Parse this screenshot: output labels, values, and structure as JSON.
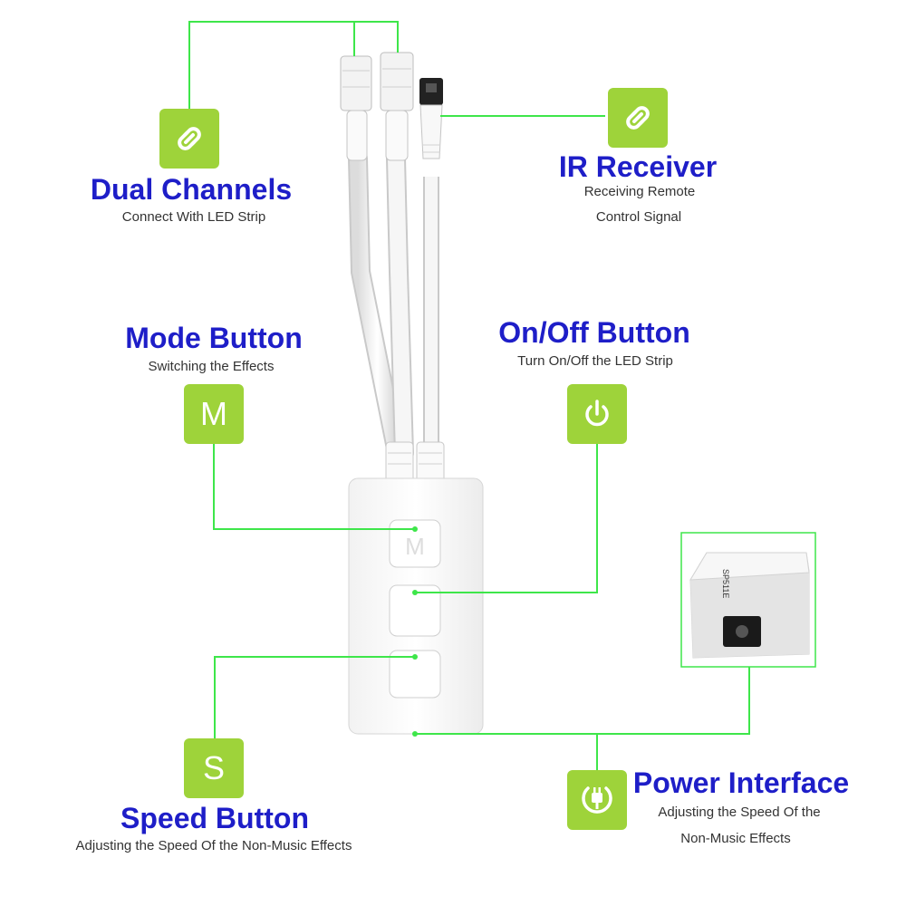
{
  "colors": {
    "accent_green": "#9ed33a",
    "line_green": "#3ee64a",
    "title_blue": "#1e1ec8"
  },
  "callouts": {
    "dual_channels": {
      "title": "Dual Channels",
      "sub1": "Connect With LED Strip",
      "icon": "link-icon"
    },
    "ir_receiver": {
      "title": "IR Receiver",
      "sub1": "Receiving Remote",
      "sub2": "Control Signal",
      "icon": "link-icon"
    },
    "mode_button": {
      "title": "Mode Button",
      "sub1": "Switching the Effects",
      "letter": "M"
    },
    "onoff_button": {
      "title": "On/Off Button",
      "sub1": "Turn On/Off the LED Strip",
      "icon": "power-icon"
    },
    "speed_button": {
      "title": "Speed Button",
      "sub1": "Adjusting the Speed Of the Non-Music Effects",
      "letter": "S"
    },
    "power_interface": {
      "title": "Power Interface",
      "sub1": "Adjusting the Speed Of the",
      "sub2": "Non-Music Effects",
      "icon": "plug-icon"
    }
  },
  "device": {
    "model_label": "SP511E"
  }
}
